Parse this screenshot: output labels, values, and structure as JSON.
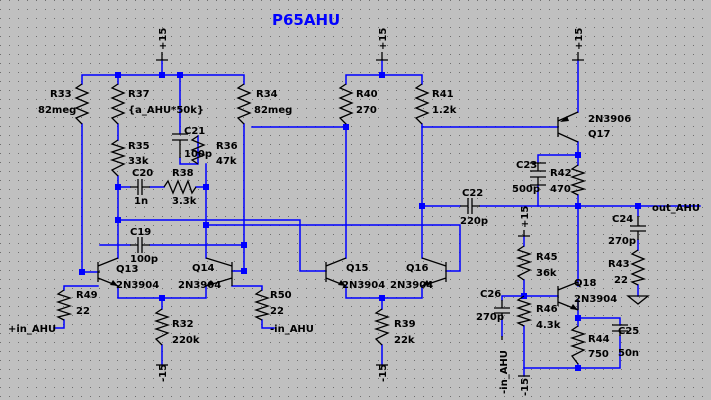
{
  "title": "P65AHU",
  "supplies": {
    "pos": "+15",
    "neg": "-15"
  },
  "nets": {
    "in_pos": "+in_AHU",
    "in_neg": "-in_AHU",
    "out": "out_AHU"
  },
  "components": {
    "R33": {
      "ref": "R33",
      "value": "82meg"
    },
    "R37": {
      "ref": "R37",
      "value": "{a_AHU*50k}"
    },
    "R34": {
      "ref": "R34",
      "value": "82meg"
    },
    "R35": {
      "ref": "R35",
      "value": "33k"
    },
    "R36": {
      "ref": "R36",
      "value": "47k"
    },
    "R38": {
      "ref": "R38",
      "value": "3.3k"
    },
    "C20": {
      "ref": "C20",
      "value": "1n"
    },
    "C21": {
      "ref": "C21",
      "value": "100p"
    },
    "C19": {
      "ref": "C19",
      "value": "100p"
    },
    "Q13": {
      "ref": "Q13",
      "value": "2N3904"
    },
    "Q14": {
      "ref": "Q14",
      "value": "2N3904"
    },
    "R49": {
      "ref": "R49",
      "value": "22"
    },
    "R50": {
      "ref": "R50",
      "value": "22"
    },
    "R32": {
      "ref": "R32",
      "value": "220k"
    },
    "R40": {
      "ref": "R40",
      "value": "270"
    },
    "R41": {
      "ref": "R41",
      "value": "1.2k"
    },
    "Q15": {
      "ref": "Q15",
      "value": "2N3904"
    },
    "Q16": {
      "ref": "Q16",
      "value": "2N3904"
    },
    "R39": {
      "ref": "R39",
      "value": "22k"
    },
    "C22": {
      "ref": "C22",
      "value": "220p"
    },
    "Q17": {
      "ref": "Q17",
      "value": "2N3906"
    },
    "C23": {
      "ref": "C23",
      "value": "500p"
    },
    "R42": {
      "ref": "R42",
      "value": "470"
    },
    "C24": {
      "ref": "C24",
      "value": "270p"
    },
    "R43": {
      "ref": "R43",
      "value": "22"
    },
    "R45": {
      "ref": "R45",
      "value": "36k"
    },
    "R46": {
      "ref": "R46",
      "value": "4.3k"
    },
    "C26": {
      "ref": "C26",
      "value": "270p"
    },
    "Q18": {
      "ref": "Q18",
      "value": "2N3904"
    },
    "R44": {
      "ref": "R44",
      "value": "750"
    },
    "C25": {
      "ref": "C25",
      "value": "50n"
    }
  }
}
